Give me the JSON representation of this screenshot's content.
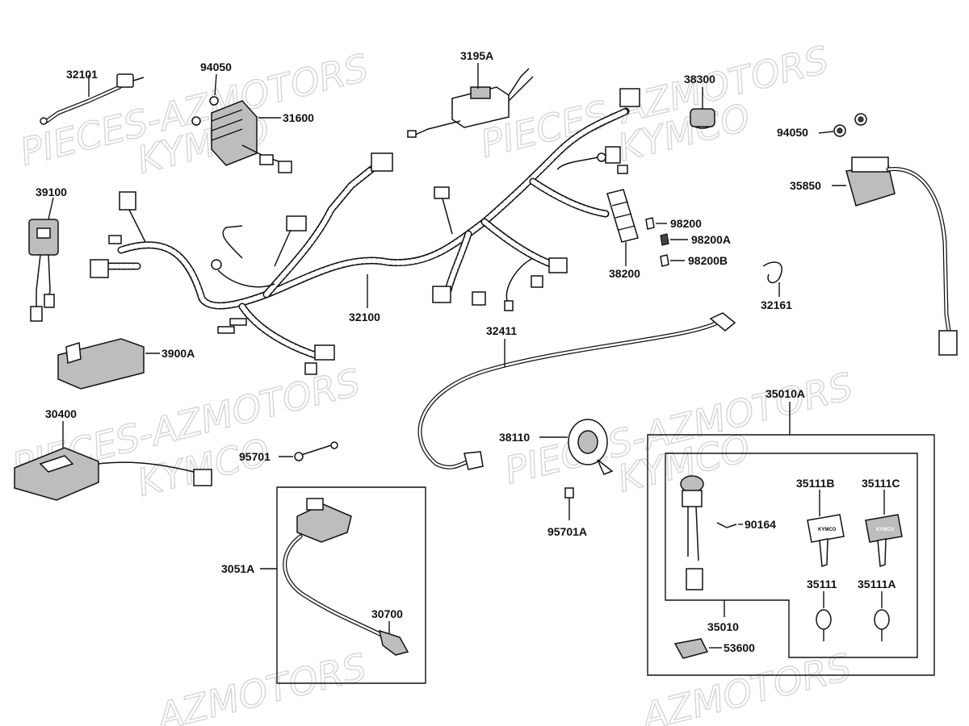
{
  "watermarks": [
    {
      "text": "PIECES-AZMOTORS"
    },
    {
      "text": "KYMCO"
    },
    {
      "text": "PIECES-AZMOTORS"
    },
    {
      "text": "KYMCO"
    },
    {
      "text": "PIECES-AZMOTORS"
    },
    {
      "text": "KYMCO"
    },
    {
      "text": "PIECES-AZMOTORS"
    },
    {
      "text": "KYMCO"
    },
    {
      "text": "AZMOTORS"
    },
    {
      "text": "AZMOTORS"
    }
  ],
  "labels": {
    "p32101": "32101",
    "p94050a": "94050",
    "p31600": "31600",
    "p3195A": "3195A",
    "p38300": "38300",
    "p94050b": "94050",
    "p35850": "35850",
    "p39100": "39100",
    "p98200": "98200",
    "p98200A": "98200A",
    "p98200B": "98200B",
    "p38200": "38200",
    "p32161": "32161",
    "p32100": "32100",
    "p3900A": "3900A",
    "p32411": "32411",
    "p35010A": "35010A",
    "p30400": "30400",
    "p95701": "95701",
    "p38110": "38110",
    "p95701A": "95701A",
    "p35111B": "35111B",
    "p35111C": "35111C",
    "p90164": "90164",
    "p3051A": "3051A",
    "p35111": "35111",
    "p35111A": "35111A",
    "p30700": "30700",
    "p35010": "35010",
    "p53600": "53600"
  },
  "key_brand": "KYMCO"
}
